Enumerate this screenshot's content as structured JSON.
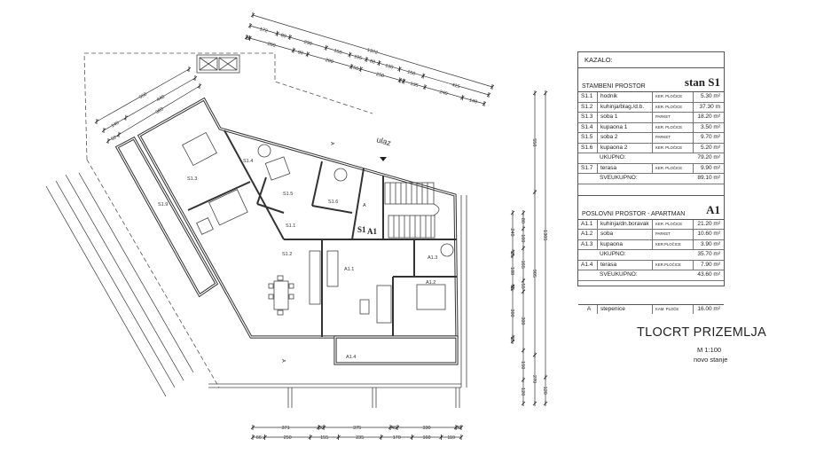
{
  "plan": {
    "rooms": {
      "s1_1": "S1.1",
      "s1_2": "S1.2",
      "s1_3": "S1.3",
      "s1_4": "S1.4",
      "s1_5": "S1.5",
      "s1_6": "S1.6",
      "s1_9": "S1.9",
      "a": "A",
      "a1_1": "A1.1",
      "a1_2": "A1.2",
      "a1_3": "A1.3",
      "a1_4": "A1.4"
    },
    "entrance": "ulaz",
    "unit_mark_s1": "S1",
    "unit_mark_a1": "A1",
    "section_mark": "A",
    "dimensions": {
      "top_overall": [
        1372
      ],
      "top_row2": [
        172,
        80,
        230,
        150,
        105,
        80,
        130,
        150,
        415
      ],
      "top_row3": [
        20,
        280,
        90,
        280,
        60,
        250,
        25,
        135,
        240,
        140
      ],
      "topleft_row1": [
        560
      ],
      "topleft_row2": [
        140,
        440
      ],
      "topleft_row3": [
        50,
        380
      ],
      "bottom_row1": [
        371,
        30,
        375,
        40,
        330,
        30
      ],
      "bottom_row2": [
        66,
        250,
        155,
        235,
        170,
        160,
        110
      ],
      "right_col1": [
        240,
        25,
        188,
        15,
        300,
        25
      ],
      "right_col2": [
        80,
        100,
        165,
        55,
        300,
        150,
        120
      ],
      "right_col3": [
        550,
        905,
        270
      ],
      "right_col4": [
        1305,
        120
      ]
    }
  },
  "legend": {
    "title": "KAZALO:",
    "s1": {
      "section": "STAMBENI PROSTOR",
      "unit": "stan S1",
      "rows": [
        {
          "id": "S1.1",
          "name": "hodnik",
          "floor": "KER. PLOČICE",
          "area": "5.30 m²"
        },
        {
          "id": "S1.2",
          "name": "kuhinja/blag./d.b.",
          "floor": "KER. PLOČICE",
          "area": "37.30 m"
        },
        {
          "id": "S1.3",
          "name": "soba 1",
          "floor": "PARKET",
          "area": "18.20 m²"
        },
        {
          "id": "S1.4",
          "name": "kupaona 1",
          "floor": "KER. PLOČICE",
          "area": "3.50 m²"
        },
        {
          "id": "S1.5",
          "name": "soba 2",
          "floor": "PARKET",
          "area": "9.70 m²"
        },
        {
          "id": "S1.6",
          "name": "kupaona 2",
          "floor": "KER. PLOČICE",
          "area": "5.20 m²"
        }
      ],
      "subtotal_label": "UKUPNO:",
      "subtotal": "79.20 m²",
      "terrace": {
        "id": "S1.7",
        "name": "terasa",
        "floor": "KER. PLOČICE",
        "area": "9.90 m²"
      },
      "total_label": "SVEUKUPNO:",
      "total": "89.10 m²"
    },
    "a1": {
      "section": "POSLOVNI PROSTOR - APARTMAN",
      "unit": "A1",
      "rows": [
        {
          "id": "A1.1",
          "name": "kuhinja/dn.boravak",
          "floor": "KER. PLOČICE",
          "area": "21.20 m²"
        },
        {
          "id": "A1.2",
          "name": "soba",
          "floor": "PARKET",
          "area": "10.60 m²"
        },
        {
          "id": "A1.3",
          "name": "kupaona",
          "floor": "KER.PLOČICE",
          "area": "3.90 m²"
        }
      ],
      "subtotal_label": "UKUPNO:",
      "subtotal": "35.70 m²",
      "terrace": {
        "id": "A1.4",
        "name": "terasa",
        "floor": "KER.PLOČICE",
        "area": "7.90 m²"
      },
      "total_label": "SVEUKUPNO:",
      "total": "43.60 m²"
    },
    "stairs": {
      "id": "A",
      "name": "stepenice",
      "floor": "KAM. PLOČE",
      "area": "16.00 m²"
    }
  },
  "title": "TLOCRT PRIZEMLJA",
  "scale": "M 1:100",
  "state": "novo stanje"
}
